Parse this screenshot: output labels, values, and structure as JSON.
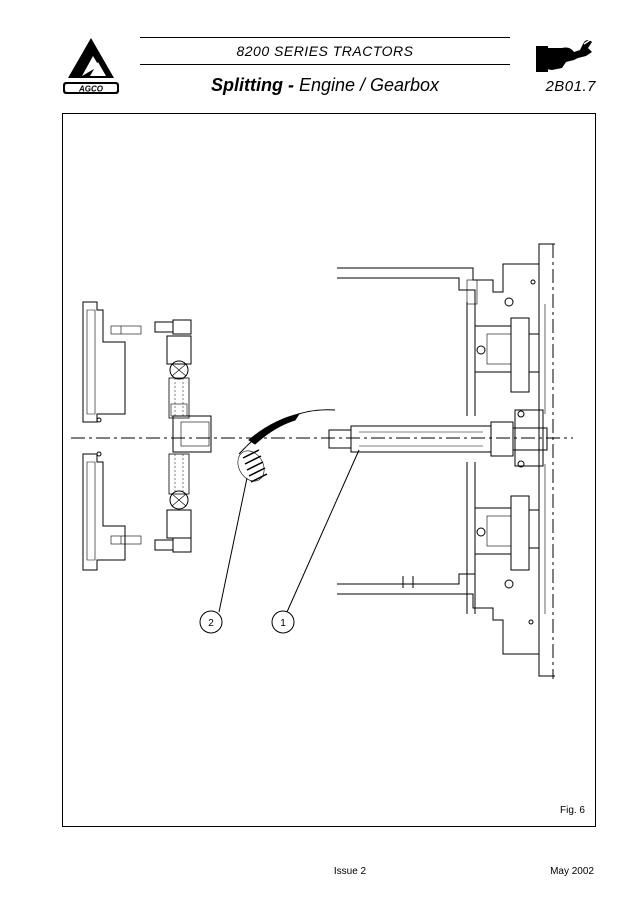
{
  "header": {
    "logo_text": "AGCO",
    "series": "8200  SERIES  TRACTORS",
    "title_bold": "Splitting",
    "title_sep": " - ",
    "title_rest": "Engine / Gearbox",
    "section_code": "2B01.7",
    "section_icon": "wrench-hand-icon"
  },
  "figure": {
    "label": "Fig. 6",
    "callouts": [
      "2",
      "1"
    ]
  },
  "footer": {
    "issue": "Issue 2",
    "date": "May 2002"
  }
}
